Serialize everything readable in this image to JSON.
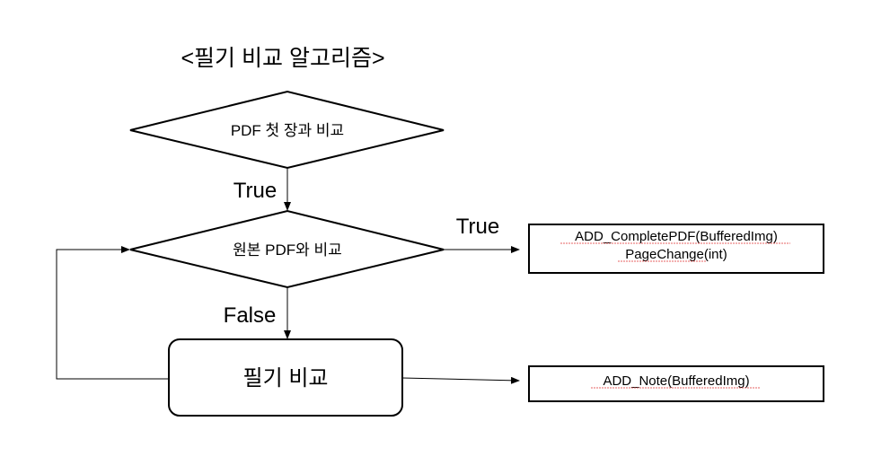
{
  "title": "<필기 비교 알고리즘>",
  "nodes": {
    "decision_first_page": "PDF 첫 장과 비교",
    "decision_original": "원본 PDF와 비교",
    "process_handwriting": "필기 비교",
    "output_complete": [
      "ADD_CompletePDF(BufferedImg)",
      "PageChange(int)"
    ],
    "output_note": "ADD_Note(BufferedImg)"
  },
  "edges": {
    "first_to_original": "True",
    "original_to_complete": "True",
    "original_to_handwriting": "False"
  }
}
